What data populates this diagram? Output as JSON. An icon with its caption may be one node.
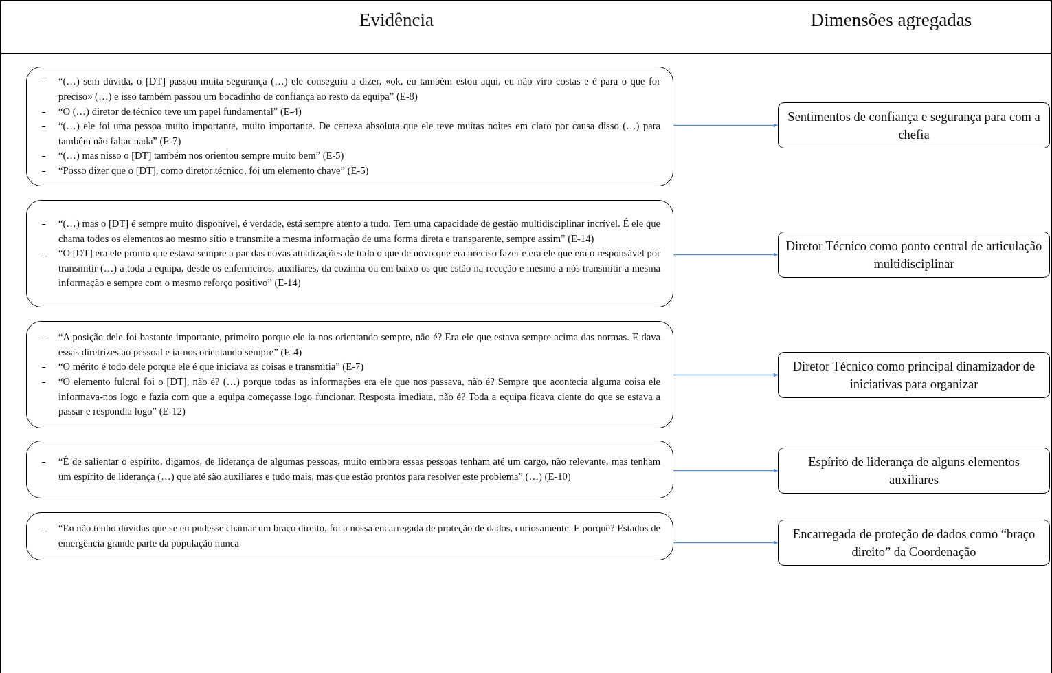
{
  "diagram": {
    "nodes": [
      {
        "text": [
          "“(…) sem dúvida, o [DT] passou muita segurança (…) ele conseguiu a dizer, «ok, eu também estou aqui, eu não viro costas e é para o que for preciso» (…) e isso também passou um bocadinho de confiança ao resto da equipa” (E-8)",
          "“O (…) diretor de técnico teve um papel fundamental” (E-4)",
          "“(…) ele foi uma pessoa muito importante, muito importante. De certeza absoluta que ele teve muitas noites em claro por causa disso (…) para também não faltar nada” (E-7)",
          "“(…) mas nisso o [DT] também nos orientou sempre muito bem” (E-5)",
          "“Posso dizer que o [DT], como diretor técnico, foi um elemento chave” (E-5)"
        ]
      },
      {
        "text": [
          "“(…) mas o [DT] é sempre muito disponível, é verdade, está sempre atento a tudo. Tem uma capacidade de gestão multidisciplinar incrível. É ele que chama todos os elementos ao mesmo sítio e transmite a mesma informação de uma forma direta e transparente, sempre assim” (E-14)",
          "“O [DT] era ele pronto que estava sempre a par das novas atualizações de tudo o que de  novo que era preciso fazer e era ele que era o responsável por transmitir (…) a toda a equipa, desde os enfermeiros, auxiliares, da cozinha ou em baixo os que estão na receção e mesmo a nós transmitir a mesma informação e sempre com o mesmo reforço positivo” (E-14)"
        ]
      },
      {
        "text": [
          "“A posição dele foi bastante importante, primeiro porque ele ia-nos orientando sempre, não é? Era ele que estava sempre acima das normas. E dava essas diretrizes ao pessoal e ia-nos orientando sempre” (E-4)",
          "“O mérito é todo dele porque ele é que iniciava as coisas e transmitia” (E-7)",
          "“O elemento fulcral foi o [DT], não é? (…) porque todas as informações era ele que nos passava, não é? Sempre que acontecia alguma coisa ele informava-nos logo e fazia com que a equipa começasse logo funcionar. Resposta imediata, não é? Toda a equipa ficava ciente do que se estava a passar e respondia logo” (E-12)"
        ]
      },
      {
        "text": [
          "“É de salientar o espírito, digamos, de liderança de algumas pessoas, muito embora essas pessoas tenham até um cargo, não relevante, mas tenham um espírito de liderança (…) que até são auxiliares e tudo mais, mas que estão prontos para resolver este problema” (…) (E-10)"
        ]
      },
      {
        "text": [
          "“Eu não tenho dúvidas que se eu pudesse chamar um braço direito, foi a nossa encarregada de proteção de dados, curiosamente. E porquê? Estados de emergência grande parte da população nunca"
        ]
      },
      {
        "text": [
          "Sentimentos de confiança e segurança para com a chefia"
        ]
      },
      {
        "text": [
          "Diretor Técnico como ponto central de articulação multidisciplinar"
        ]
      },
      {
        "text": [
          "Diretor Técnico como principal dinamizador de iniciativas para organizar"
        ]
      },
      {
        "text": [
          "Espírito de liderança de alguns elementos auxiliares"
        ]
      },
      {
        "text": [
          "Encarregada de proteção de dados como “braço direito” da Coordenação"
        ]
      }
    ],
    "edges": [
      {
        "from": 0,
        "to": 5,
        "arrow": "to"
      },
      {
        "from": 1,
        "to": 6,
        "arrow": "to"
      },
      {
        "from": 2,
        "to": 7,
        "arrow": "to"
      },
      {
        "from": 3,
        "to": 8,
        "arrow": "to"
      },
      {
        "from": 4,
        "to": 9,
        "arrow": "to"
      }
    ],
    "labels": [
      "Evidência",
      "Dimensões agregadas"
    ]
  }
}
